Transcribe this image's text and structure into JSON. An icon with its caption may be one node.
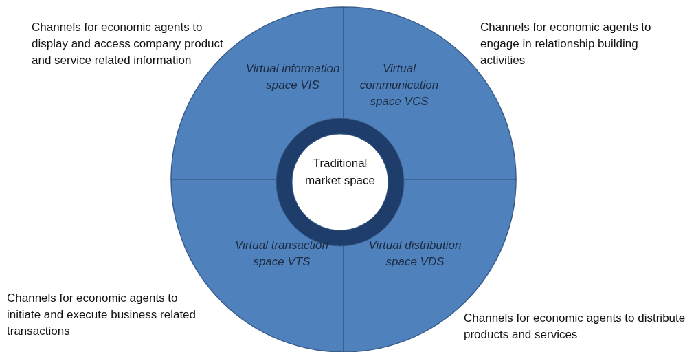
{
  "diagram": {
    "nodes": [
      {
        "text": [
          "Virtual information space VIS"
        ]
      },
      {
        "text": [
          "Virtual communication space VCS"
        ]
      },
      {
        "text": [
          "Virtual transaction space VTS"
        ]
      },
      {
        "text": [
          "Virtual distribution space VDS"
        ]
      },
      {
        "text": [
          "Traditional market space"
        ]
      }
    ],
    "labels": [
      "Channels for economic agents to display and access company product and service related information",
      "Channels for economic agents to engage in relationship building activities",
      "Channels for economic agents to initiate and execute business related transactions",
      "Channels for economic agents to distribute products and services"
    ]
  }
}
